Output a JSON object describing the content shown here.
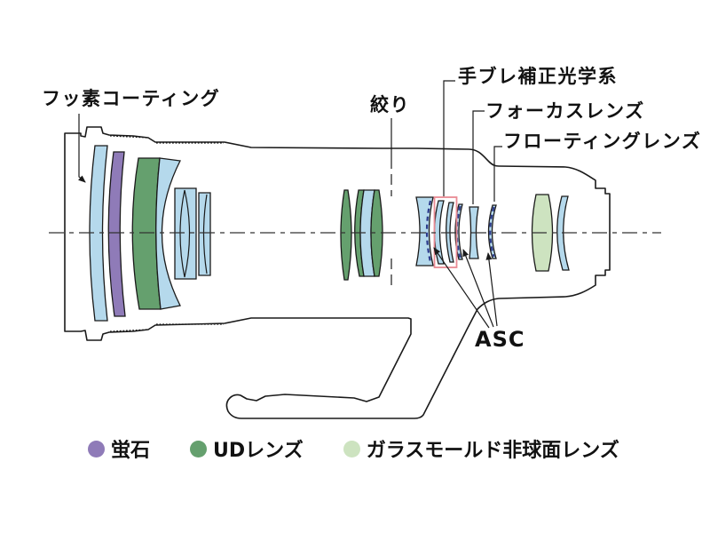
{
  "diagram": {
    "callouts": {
      "fluorine_coating": "フッ素コーティング",
      "aperture": "絞り",
      "stabilizer": "手ブレ補正光学系",
      "focus_lens": "フォーカスレンズ",
      "floating_lens": "フローティングレンズ",
      "asc": "ASC"
    },
    "legend": {
      "items": [
        {
          "label": "蛍石",
          "color": "#8f7bb8"
        },
        {
          "label": "UDレンズ",
          "color": "#65a06e"
        },
        {
          "label": "ガラスモールド非球面レンズ",
          "color": "#cde3c0"
        }
      ]
    },
    "colors": {
      "lens_blue": "#b5d9ec",
      "fluorite_purple": "#8f7bb8",
      "ud_green": "#65a06e",
      "aspherical_green": "#cde3c0",
      "asc_coating_navy": "#2c3a8c",
      "stabilizer_box_red": "#e98b94",
      "outline_black": "#1a1a1a"
    }
  }
}
